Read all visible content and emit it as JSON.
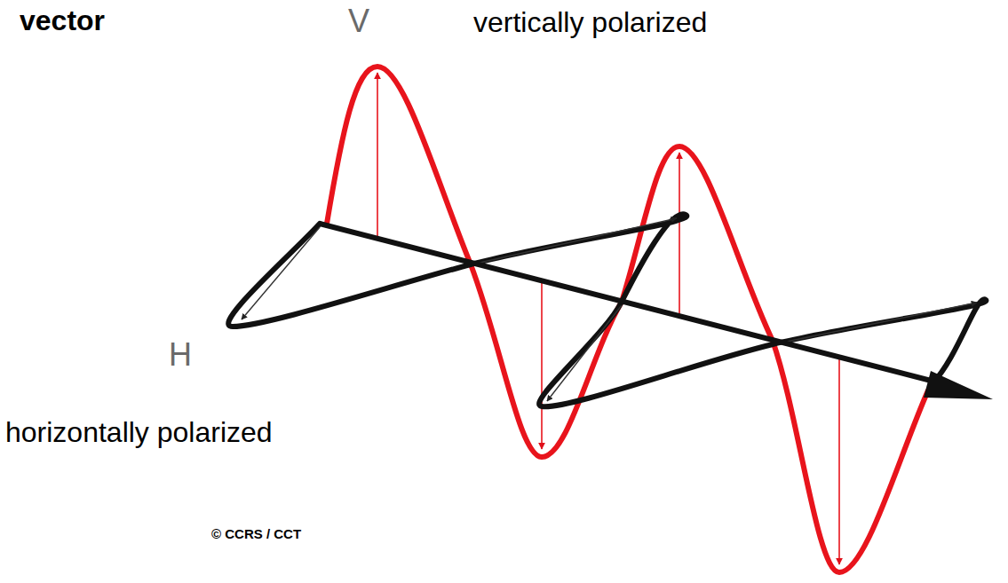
{
  "diagram": {
    "labels": [
      "vector",
      "V",
      "vertically polarized",
      "H",
      "horizontally polarized",
      "© CCRS / CCT"
    ]
  }
}
